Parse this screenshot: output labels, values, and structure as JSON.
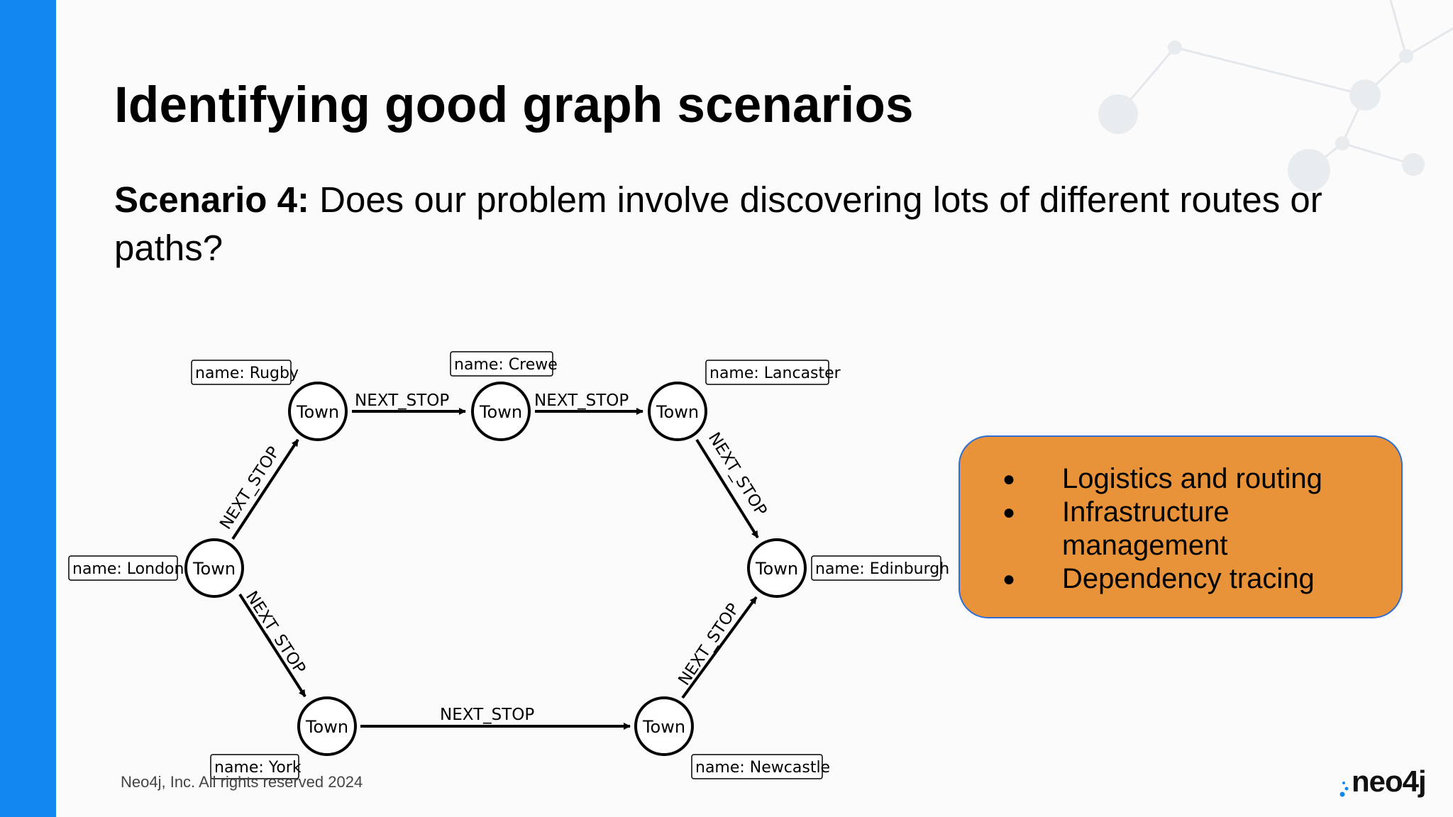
{
  "slide": {
    "title": "Identifying good graph scenarios",
    "subtitle_label": "Scenario 4:",
    "subtitle_text": " Does our problem involve discovering lots of different routes or paths?"
  },
  "diagram": {
    "nodes": [
      {
        "label": "Town",
        "property": "name: London"
      },
      {
        "label": "Town",
        "property": "name: Rugby"
      },
      {
        "label": "Town",
        "property": "name: Crewe"
      },
      {
        "label": "Town",
        "property": "name: Lancaster"
      },
      {
        "label": "Town",
        "property": "name: Edinburgh"
      },
      {
        "label": "Town",
        "property": "name: York"
      },
      {
        "label": "Town",
        "property": "name: Newcastle"
      }
    ],
    "edges": [
      {
        "from": "London",
        "to": "Rugby",
        "label": "NEXT_STOP"
      },
      {
        "from": "Rugby",
        "to": "Crewe",
        "label": "NEXT_STOP"
      },
      {
        "from": "Crewe",
        "to": "Lancaster",
        "label": "NEXT_STOP"
      },
      {
        "from": "Lancaster",
        "to": "Edinburgh",
        "label": "NEXT_STOP"
      },
      {
        "from": "London",
        "to": "York",
        "label": "NEXT_STOP"
      },
      {
        "from": "York",
        "to": "Newcastle",
        "label": "NEXT_STOP"
      },
      {
        "from": "Newcastle",
        "to": "Edinburgh",
        "label": "NEXT_STOP"
      }
    ]
  },
  "callout": {
    "color": "#e8923a",
    "items": [
      "Logistics and routing",
      "Infrastructure management",
      "Dependency tracing"
    ]
  },
  "footer": "Neo4j, Inc. All rights reserved 2024",
  "logo": "neo4j",
  "colors": {
    "accent": "#1188f0"
  }
}
